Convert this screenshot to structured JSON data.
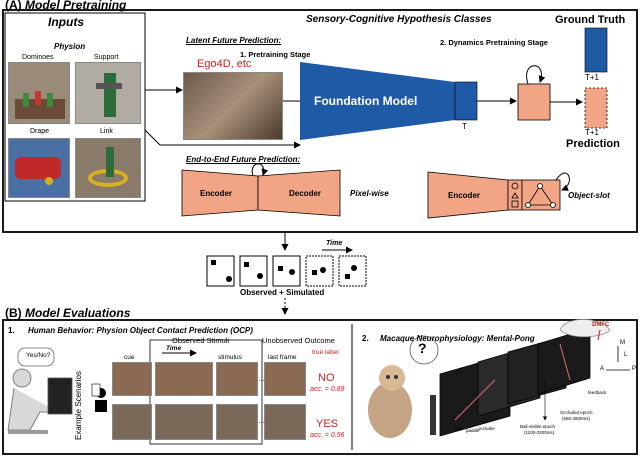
{
  "sectionA": {
    "prefix": "(A)",
    "title": "Model Pretraining",
    "inputs_title": "Inputs",
    "physion_title": "Physion",
    "scenarios": [
      "Dominoes",
      "Support",
      "Drape",
      "Link"
    ],
    "hypothesis_title": "Sensory-Cognitive Hypothesis Classes",
    "latent_title": "Latent Future Prediction:",
    "pretraining_stage": "1. Pretraining Stage",
    "ego4d": "Ego4D, etc",
    "foundation_model": "Foundation Model",
    "dynamics_stage": "2. Dynamics Pretraining Stage",
    "ground_truth": "Ground Truth",
    "T": "T",
    "T1_top": "T+1",
    "T1_bottom": "T+1",
    "prediction": "Prediction",
    "e2e_title": "End-to-End Future Prediction:",
    "encoder": "Encoder",
    "decoder": "Decoder",
    "pixelwise": "Pixel-wise",
    "encoder2": "Encoder",
    "objectslot": "Object-slot"
  },
  "middle": {
    "time": "Time",
    "observed_simulated": "Observed + Simulated"
  },
  "sectionB": {
    "prefix": "(B)",
    "title": "Model Evaluations",
    "item1_num": "1.",
    "item1_title": "Human Behavior: Physion Object Contact Prediction (OCP)",
    "observed_stimuli": "Observed Stimuli",
    "unobserved_outcome": "Unobserved Outcome",
    "cue": "cue",
    "time": "Time",
    "stimulus": "stimulus",
    "last_frame": "last frame",
    "true_label": "true label",
    "yesno": "Yes/No?",
    "example_scenarios": "Example Scenarios",
    "no": "NO",
    "acc1": "acc. = 0.89",
    "yes": "YES",
    "acc2": "acc. = 0.96",
    "item2_num": "2.",
    "item2_title": "Macaque Neurophysiology: Mental-Pong",
    "dmfc": "DMFC",
    "qmark": "?",
    "axis_a": "A",
    "axis_m": "M",
    "axis_p": "P",
    "axis_l": "L",
    "pong_labels": [
      "ball",
      "paddle",
      "occluder",
      "feedback",
      "Ball-visible epoch",
      "(1100-2200ms)",
      "Occluded epoch",
      "(650-2800ms)"
    ]
  },
  "colors": {
    "foundation_blue": "#1f5aa6",
    "encoder_orange": "#f2a584",
    "prediction_red": "#cc2222",
    "photo_bg": "#6b4a3a"
  }
}
